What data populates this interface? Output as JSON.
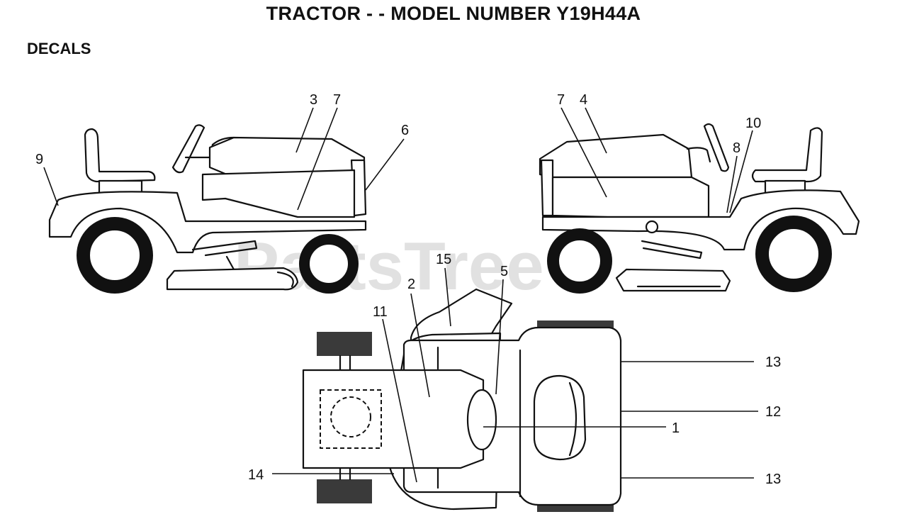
{
  "header": {
    "title": "TRACTOR - - MODEL NUMBER Y19H44A",
    "subtitle": "DECALS"
  },
  "watermark": "PartsTree",
  "callouts": {
    "c1": "1",
    "c2": "2",
    "c3": "3",
    "c4": "4",
    "c5": "5",
    "c6": "6",
    "c7a": "7",
    "c7b": "7",
    "c8": "8",
    "c9": "9",
    "c10": "10",
    "c11": "11",
    "c12": "12",
    "c13a": "13",
    "c13b": "13",
    "c14": "14",
    "c15": "15"
  }
}
